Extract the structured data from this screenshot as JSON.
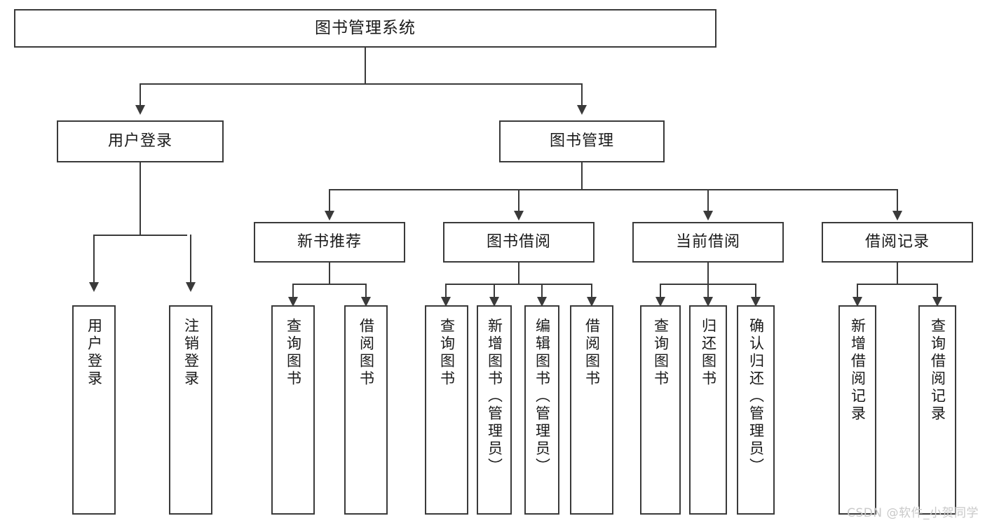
{
  "diagram": {
    "title": "图书管理系统",
    "type": "tree-hierarchy-diagram",
    "root": {
      "id": "root",
      "label": "图书管理系统"
    },
    "level2": [
      {
        "id": "user-login",
        "label": "用户登录"
      },
      {
        "id": "book-manage",
        "label": "图书管理"
      }
    ],
    "level3": [
      {
        "id": "new-book-recommend",
        "label": "新书推荐"
      },
      {
        "id": "book-borrow",
        "label": "图书借阅"
      },
      {
        "id": "current-borrow",
        "label": "当前借阅"
      },
      {
        "id": "borrow-record",
        "label": "借阅记录"
      }
    ],
    "leaves": {
      "user_login": [
        {
          "id": "leaf-user-login",
          "label": "用户登录"
        },
        {
          "id": "leaf-logout-login",
          "label": "注销登录"
        }
      ],
      "new_book_recommend": [
        {
          "id": "leaf-query-book-1",
          "label": "查询图书"
        },
        {
          "id": "leaf-borrow-book-1",
          "label": "借阅图书"
        }
      ],
      "book_borrow": [
        {
          "id": "leaf-query-book-2",
          "label": "查询图书"
        },
        {
          "id": "leaf-add-book",
          "label": "新增图书（管理员）"
        },
        {
          "id": "leaf-edit-book",
          "label": "编辑图书（管理员）"
        },
        {
          "id": "leaf-borrow-book-2",
          "label": "借阅图书"
        }
      ],
      "current_borrow": [
        {
          "id": "leaf-query-book-3",
          "label": "查询图书"
        },
        {
          "id": "leaf-return-book",
          "label": "归还图书"
        },
        {
          "id": "leaf-confirm-return",
          "label": "确认归还（管理员）"
        }
      ],
      "borrow_record": [
        {
          "id": "leaf-add-record",
          "label": "新增借阅记录"
        },
        {
          "id": "leaf-query-record",
          "label": "查询借阅记录"
        }
      ]
    }
  },
  "watermark": {
    "text": "CSDN @软件_小贺同学"
  },
  "colors": {
    "stroke": "#3a3a3a",
    "fill": "#ffffff",
    "text": "#1a1a1a",
    "watermark": "#c9c9c9"
  }
}
